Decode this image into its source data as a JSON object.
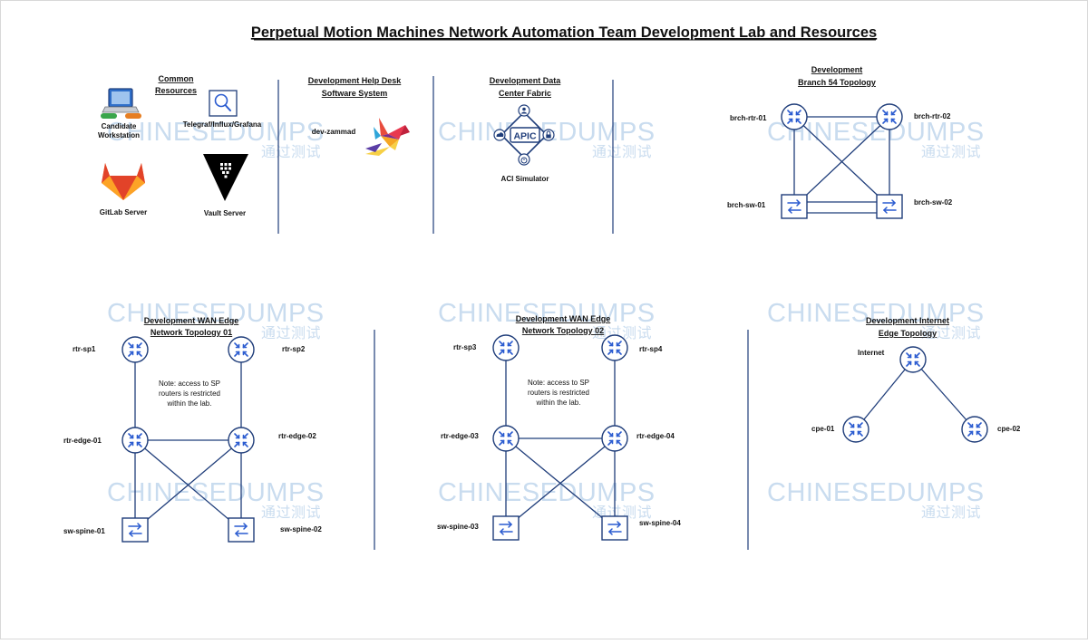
{
  "page": {
    "title": "Perpetual Motion Machines Network Automation Team Development Lab and Resources",
    "watermark_main": "CHINESEDUMPS",
    "watermark_sub": "通过测试"
  },
  "colors": {
    "accent": "#1f3d7a",
    "icon_blue": "#2a5bd0",
    "watermark": "#c9dcef",
    "gitlab_orange": "#e24329",
    "gitlab_yellow": "#fca326"
  },
  "common": {
    "heading_line1": "Common",
    "heading_line2": "Resources",
    "workstation_label_line1": "Candidate",
    "workstation_label_line2": "Workstation",
    "telegraf_label": "Telegraf/Influx/Grafana",
    "gitlab_label": "GitLab Server",
    "vault_label": "Vault Server",
    "icons": [
      "workstation-icon",
      "magnifier-icon",
      "gitlab-icon",
      "vault-icon"
    ]
  },
  "helpdesk": {
    "heading_line1": "Development Help Desk",
    "heading_line2": "Software System",
    "label": "dev-zammad",
    "icon": "zammad-bird-icon"
  },
  "datacenter": {
    "heading_line1": "Development Data",
    "heading_line2": "Center Fabric",
    "apic_text": "APIC",
    "label": "ACI Simulator",
    "icon": "apic-icon"
  },
  "branch": {
    "heading_line1": "Development",
    "heading_line2": "Branch 54 Topology",
    "labels": {
      "rtr1": "brch-rtr-01",
      "rtr2": "brch-rtr-02",
      "sw1": "brch-sw-01",
      "sw2": "brch-sw-02"
    }
  },
  "wan1": {
    "heading_line1": "Development WAN Edge",
    "heading_line2": "Network Topology 01",
    "note_line1": "Note: access to SP",
    "note_line2": "routers is restricted",
    "note_line3": "within the lab.",
    "labels": {
      "sp1": "rtr-sp1",
      "sp2": "rtr-sp2",
      "edge1": "rtr-edge-01",
      "edge2": "rtr-edge-02",
      "spine1": "sw-spine-01",
      "spine2": "sw-spine-02"
    }
  },
  "wan2": {
    "heading_line1": "Development WAN Edge",
    "heading_line2": "Network Topology 02",
    "note_line1": "Note: access to SP",
    "note_line2": "routers is restricted",
    "note_line3": "within the lab.",
    "labels": {
      "sp3": "rtr-sp3",
      "sp4": "rtr-sp4",
      "edge3": "rtr-edge-03",
      "edge4": "rtr-edge-04",
      "spine3": "sw-spine-03",
      "spine4": "sw-spine-04"
    }
  },
  "internet": {
    "heading_line1": "Development Internet",
    "heading_line2": "Edge Topology",
    "labels": {
      "inet": "Internet",
      "cpe1": "cpe-01",
      "cpe2": "cpe-02"
    }
  }
}
